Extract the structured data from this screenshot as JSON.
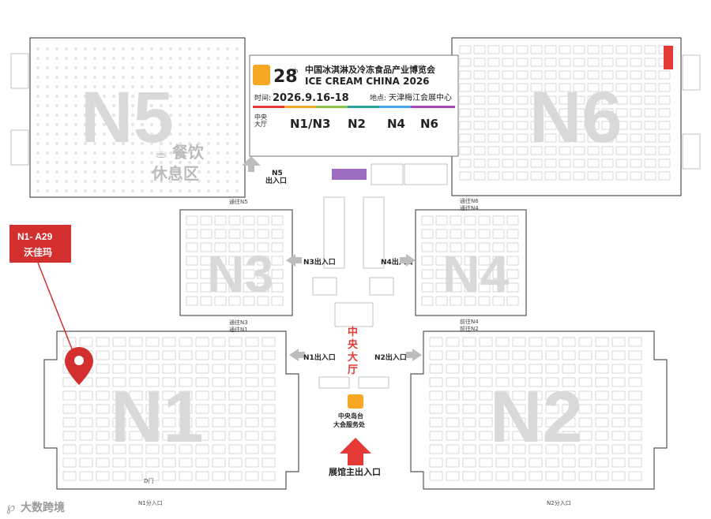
{
  "header": {
    "number": "28",
    "number_sup": "th",
    "title_cn": "中国冰淇淋及冷冻食品产业博览会",
    "title_en": "ICE CREAM CHINA 2026",
    "date_prefix": "时间:",
    "date": "2026.9.16-18",
    "venue_prefix": "地点:",
    "venue": "天津梅江会展中心",
    "nav": [
      {
        "label": "中央\n大厅"
      },
      {
        "label": "N1/N3"
      },
      {
        "label": "N2"
      },
      {
        "label": "N4"
      },
      {
        "label": "N6"
      }
    ]
  },
  "halls": {
    "n5": "N5",
    "n6": "N6",
    "n3": "N3",
    "n4": "N4",
    "n1": "N1",
    "n2": "N2"
  },
  "dining": {
    "line1": "餐饮",
    "line2": "休息区",
    "icon": "coffee-cup-icon"
  },
  "entrances": {
    "n5_exit": "N5\n出入口",
    "n3_exit": "N3出入口",
    "n4_exit": "N4出入口",
    "n1_exit": "N1出入口",
    "n2_exit": "N2出入口",
    "d_gate": "D门",
    "n1_sub": "N1分入口",
    "n2_sub": "N2分入口",
    "to_n5": "通往N5",
    "to_n6": "通往N6",
    "to_n4": "通往N4",
    "to_n3": "通往N3",
    "to_n1": "通往N1",
    "to_n4b": "前往N4",
    "to_n2": "前往N2",
    "main_entry": "展馆主出入口"
  },
  "central": {
    "vertical_label": [
      "中",
      "央",
      "大",
      "厅"
    ],
    "service_line1": "中央岛台",
    "service_line2": "大会服务处"
  },
  "marker": {
    "booth": "N1- A29",
    "exhibitor": "沃佳玛",
    "icon": "location-pin-icon",
    "color": "#d32f2f"
  },
  "watermark": {
    "text": "大数跨境",
    "icon": "brand-logo-icon"
  },
  "colors": {
    "accent_red": "#e53935",
    "hall_gray": "#d9d9d9",
    "purple_booth": "#9c6bbf"
  }
}
